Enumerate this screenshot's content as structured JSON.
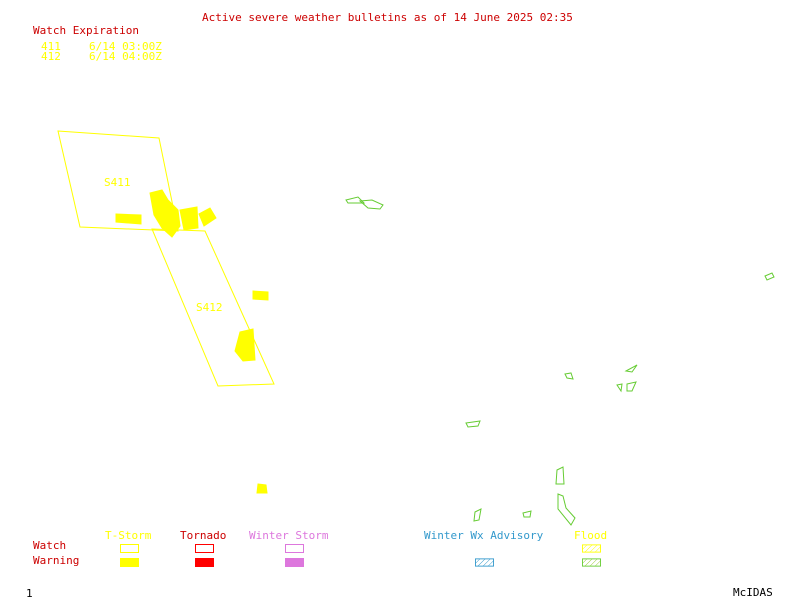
{
  "header": {
    "title": "Active severe weather bulletins as of 14 June 2025 02:35",
    "title_color": "#cc0000"
  },
  "watch_expiration": {
    "heading": "Watch Expiration",
    "heading_color": "#cc0000",
    "entries": [
      {
        "id": "411",
        "expires": "6/14 03:00Z"
      },
      {
        "id": "412",
        "expires": "6/14 04:00Z"
      }
    ],
    "entry_color": "#ffff00"
  },
  "map": {
    "watch_labels": [
      "S411",
      "S412"
    ],
    "watch_color": "#ffff00",
    "warning_color": "#ffff00",
    "flood_color": "#66cc33"
  },
  "legend": {
    "row_labels": {
      "watch": "Watch",
      "warning": "Warning"
    },
    "categories": [
      {
        "name": "T-Storm",
        "color": "#ffff00"
      },
      {
        "name": "Tornado",
        "color": "#ff0000"
      },
      {
        "name": "Winter Storm",
        "color": "#dd77dd"
      },
      {
        "name": "Winter Wx Advisory",
        "color": "#3399cc"
      },
      {
        "name": "Flood",
        "color": "#99cc33"
      }
    ]
  },
  "footer": {
    "frame_number": "1",
    "brand": "McIDAS"
  }
}
